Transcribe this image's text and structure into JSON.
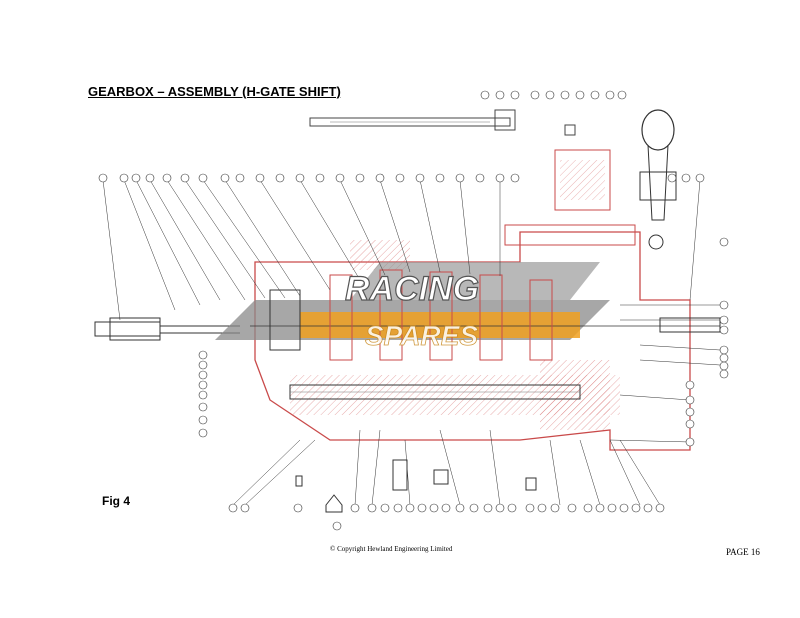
{
  "page": {
    "title": "GEARBOX – ASSEMBLY (H-GATE SHIFT)",
    "figure_label": "Fig 4",
    "copyright": "© Copyright Hewland Engineering Limited",
    "page_number": "PAGE 16"
  },
  "watermark": {
    "brand_top": "RACING",
    "brand_bottom": "SPARES"
  },
  "colors": {
    "outline": "#c94a4a",
    "hatch": "#d66a6a",
    "shaft_orange": "#f0a020",
    "watermark_grey": "#8a8a8a",
    "leader": "#333333"
  }
}
